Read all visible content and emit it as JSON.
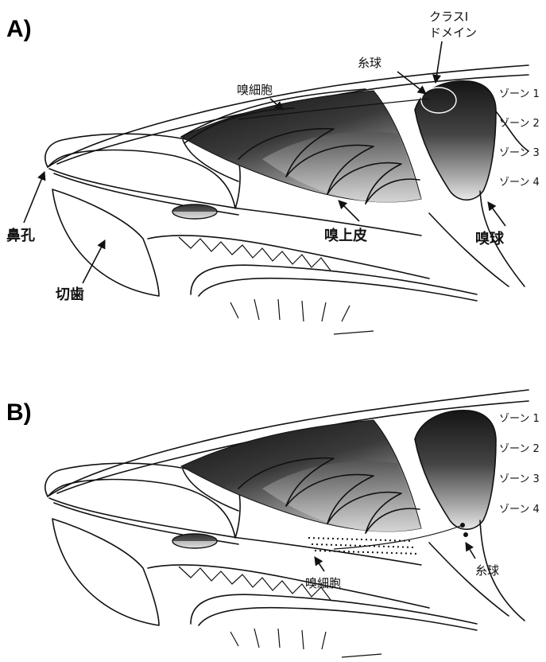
{
  "panel_a": {
    "letter": "A)",
    "class1_domain_line1": "クラスⅠ",
    "class1_domain_line2": "ドメイン",
    "glomerulus": "糸球",
    "olfactory_cell": "嗅細胞",
    "nostril": "鼻孔",
    "incisor": "切歯",
    "olfactory_epithelium": "嗅上皮",
    "olfactory_bulb": "嗅球",
    "zones": [
      "ゾーン 1",
      "ゾーン 2",
      "ゾーン 3",
      "ゾーン 4"
    ]
  },
  "panel_b": {
    "letter": "B)",
    "olfactory_cell": "嗅細胞",
    "glomerulus": "糸球",
    "zones": [
      "ゾーン 1",
      "ゾーン 2",
      "ゾーン 3",
      "ゾーン 4"
    ]
  },
  "colors": {
    "ink": "#111111",
    "epithelium_dark": "#1a1a1a",
    "epithelium_light": "#d8d8d8",
    "background": "#ffffff"
  }
}
